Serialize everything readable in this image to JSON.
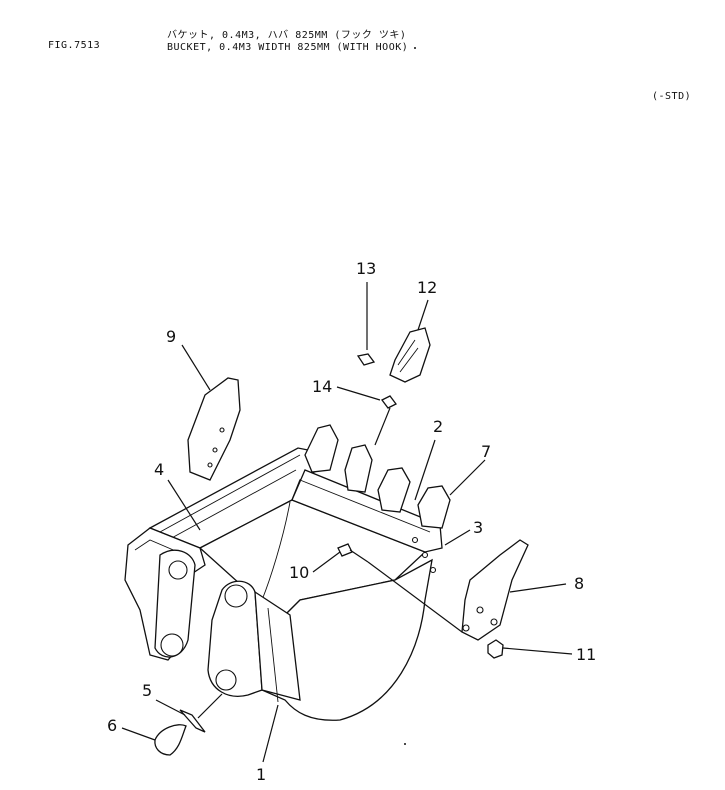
{
  "header": {
    "figure_number": "FIG.7513",
    "title_jp": "バケット, 0.4M3, ハバ 825MM (フック ツキ)",
    "title_en": "BUCKET, 0.4M3 WIDTH 825MM (WITH HOOK)",
    "spec": "(-STD)"
  },
  "callouts": [
    "1",
    "2",
    "3",
    "4",
    "5",
    "6",
    "7",
    "8",
    "9",
    "10",
    "11",
    "12",
    "13",
    "14"
  ]
}
